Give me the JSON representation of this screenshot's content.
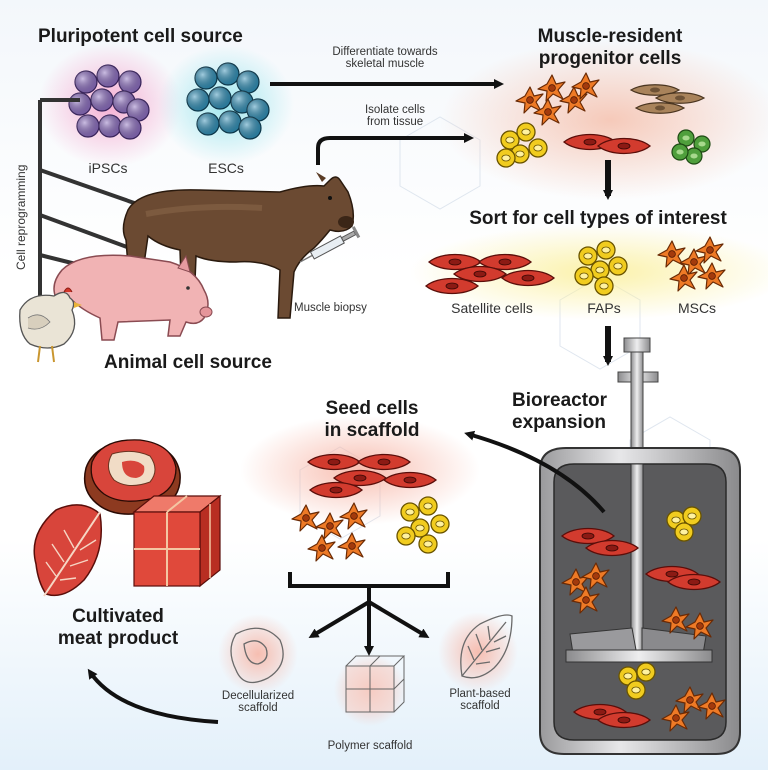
{
  "labels": {
    "pluripotent": "Pluripotent cell source",
    "ipscs": "iPSCs",
    "escs": "ESCs",
    "differentiate": "Differentiate towards\nskeletal muscle",
    "isolate": "Isolate cells\nfrom tissue",
    "muscle_resident": "Muscle-resident\nprogenitor cells",
    "reprogramming": "Cell reprogramming",
    "sort": "Sort for cell types of interest",
    "satellite": "Satellite cells",
    "faps": "FAPs",
    "mscs": "MSCs",
    "biopsy": "Muscle biopsy",
    "animal": "Animal cell source",
    "bioreactor": "Bioreactor\nexpansion",
    "seed": "Seed cells\nin scaffold",
    "cultivated": "Cultivated\nmeat product",
    "decellularized": "Decellularized\nscaffold",
    "polymer": "Polymer scaffold",
    "plant": "Plant-based\nscaffold"
  },
  "colors": {
    "satellite_cell": "#d23b2e",
    "fap_cell": "#f1cc1f",
    "msc_cell": "#ee7a26",
    "ipsc": "#8c6dc0",
    "esc": "#2f8fb7",
    "myoblast": "#a9835b",
    "green_cell": "#4f9f3c",
    "meat": "#d8453b",
    "bioreactor_fill": "#5a5a5c"
  },
  "icons": [
    "cow-icon",
    "pig-icon",
    "chicken-icon",
    "syringe-icon",
    "bioreactor-icon",
    "steak-icon",
    "meat-cube-icon",
    "leaf-meat-icon"
  ]
}
